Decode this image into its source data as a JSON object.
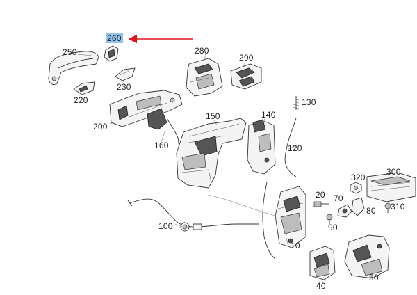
{
  "diagram": {
    "highlight_color": "#8fc3ea",
    "arrow_color": "#e0141e",
    "callouts": [
      {
        "id": "260",
        "text": "260",
        "highlighted": true
      },
      {
        "id": "250",
        "text": "250"
      },
      {
        "id": "230",
        "text": "230"
      },
      {
        "id": "220",
        "text": "220"
      },
      {
        "id": "280",
        "text": "280"
      },
      {
        "id": "290",
        "text": "290"
      },
      {
        "id": "200",
        "text": "200"
      },
      {
        "id": "160",
        "text": "160"
      },
      {
        "id": "150",
        "text": "150"
      },
      {
        "id": "140",
        "text": "140"
      },
      {
        "id": "130",
        "text": "130"
      },
      {
        "id": "120",
        "text": "120"
      },
      {
        "id": "320",
        "text": "320"
      },
      {
        "id": "300",
        "text": "300"
      },
      {
        "id": "20",
        "text": "20"
      },
      {
        "id": "70",
        "text": "70"
      },
      {
        "id": "80",
        "text": "80"
      },
      {
        "id": "310",
        "text": "310"
      },
      {
        "id": "90",
        "text": "90"
      },
      {
        "id": "100",
        "text": "100"
      },
      {
        "id": "10",
        "text": "10"
      },
      {
        "id": "40",
        "text": "40"
      },
      {
        "id": "50",
        "text": "50"
      }
    ]
  }
}
